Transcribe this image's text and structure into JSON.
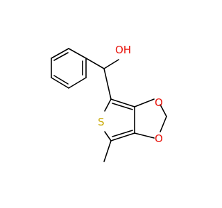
{
  "molecule": {
    "atoms": {
      "hydroxyl": {
        "label": "OH",
        "color": "#e8140c"
      },
      "thiophene_sulfur": {
        "label": "S",
        "color": "#c8a800"
      },
      "dioxole_oxygen_upper": {
        "label": "O",
        "color": "#e8140c"
      },
      "dioxole_oxygen_lower": {
        "label": "O",
        "color": "#e8140c"
      }
    },
    "bond_color": "#000000"
  }
}
